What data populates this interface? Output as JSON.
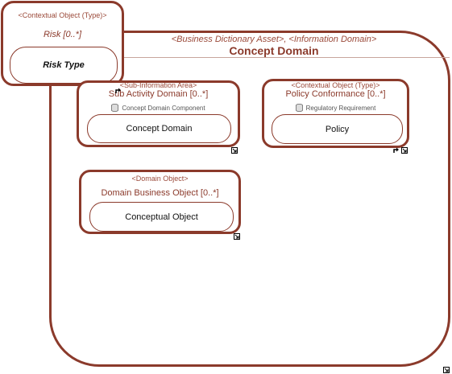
{
  "concept_domain": {
    "stereotype": "<Business Dictionary Asset>, <Information Domain>",
    "title": "Concept Domain"
  },
  "risk": {
    "stereotype": "<Contextual Object (Type)>",
    "title": "Risk [0..*]",
    "inner": "Risk Type"
  },
  "sub_activity": {
    "stereotype": "<Sub-Information Area>",
    "title": "Sub Activity Domain [0..*]",
    "component": "Concept Domain Component",
    "inner": "Concept Domain"
  },
  "policy_conformance": {
    "stereotype": "<Contextual Object (Type)>",
    "title": "Policy Conformance [0..*]",
    "component": "Regulatory Requirement",
    "inner": "Policy"
  },
  "domain_business": {
    "stereotype": "<Domain Object>",
    "title": "Domain Business Object [0..*]",
    "inner": "Conceptual Object"
  },
  "colors": {
    "border": "#8b3a2b",
    "text_accent": "#8b3a2b",
    "separator": "#c8a59c"
  }
}
